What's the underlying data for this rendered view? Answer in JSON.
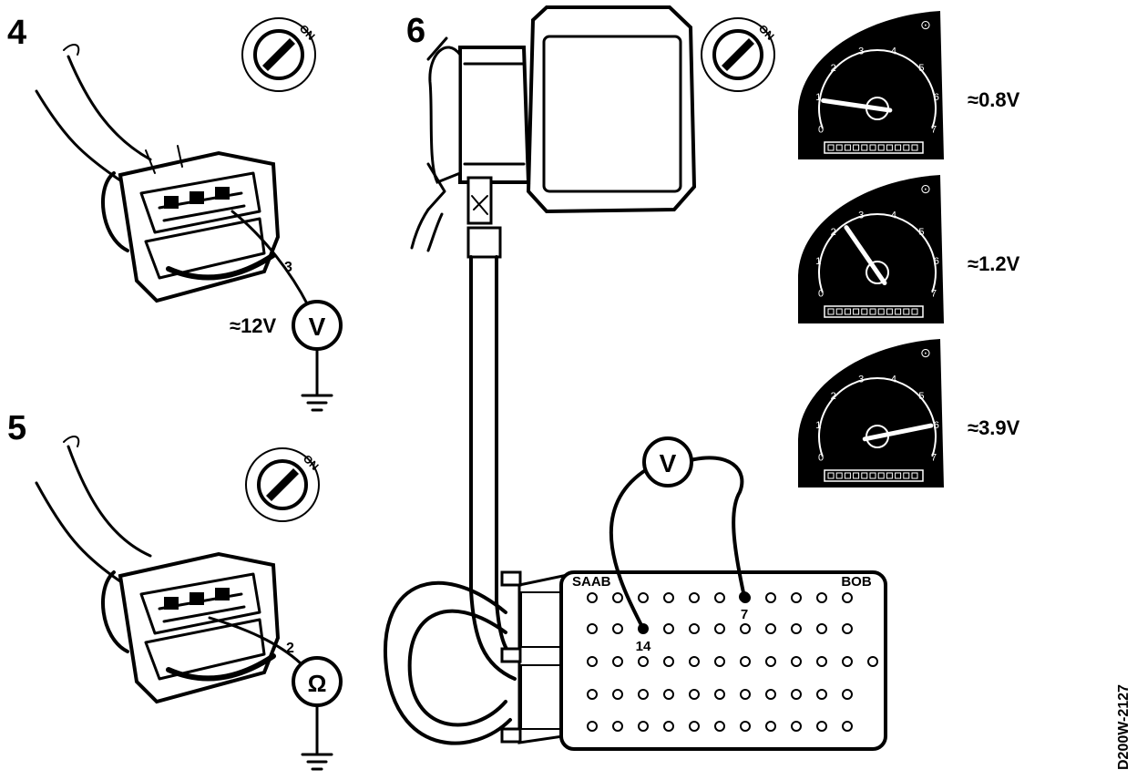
{
  "steps": {
    "s4": {
      "number": "4",
      "switch_label": "ON",
      "pin": "3",
      "voltage": "≈12V",
      "meter": "V"
    },
    "s5": {
      "number": "5",
      "switch_label": "ON",
      "pin": "2",
      "meter": "Ω"
    },
    "s6": {
      "number": "6",
      "switch_label": "ON"
    }
  },
  "breakout_box": {
    "left_label": "SAAB",
    "right_label": "BOB",
    "meter": "V",
    "pin_a": "14",
    "pin_b": "7"
  },
  "gauges": [
    {
      "reading": "≈0.8V",
      "needle_value": 0.9
    },
    {
      "reading": "≈1.2V",
      "needle_value": 2.4
    },
    {
      "reading": "≈3.9V",
      "needle_value": 6.0
    }
  ],
  "gauge_scale": [
    "0",
    "1",
    "2",
    "3",
    "4",
    "5",
    "6",
    "7"
  ],
  "figure_code": "D200W-2127",
  "icons": {
    "ignition": "ignition-switch-icon",
    "ground": "ground-symbol-icon"
  }
}
